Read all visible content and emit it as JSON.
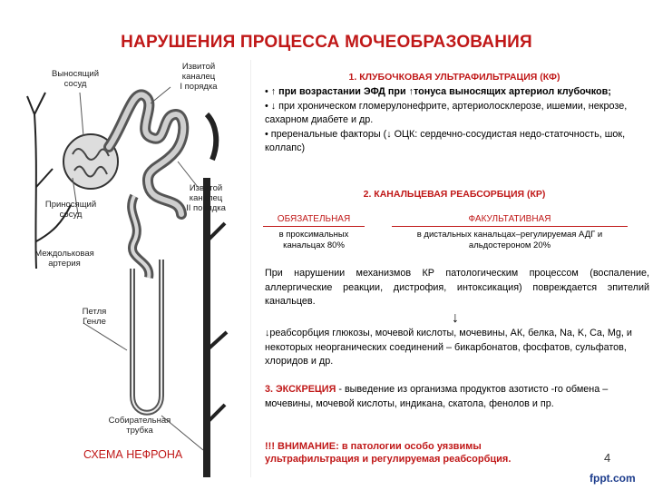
{
  "title": "НАРУШЕНИЯ ПРОЦЕССА  МОЧЕОБРАЗОВАНИЯ",
  "diagram": {
    "labels": {
      "efferent": "Выносящий\nсосуд",
      "tubule1": "Извитой\nканалец\nI порядка",
      "tubule2": "Извитой\nканалец\nII порядка",
      "afferent": "Приносящий\nсосуд",
      "interlobular": "Междольковая\nартерия",
      "henle": "Петля\nГенле",
      "collecting": "Собирательная\nтрубка"
    },
    "caption": "СХЕМА НЕФРОНА"
  },
  "section1": {
    "heading": "1. КЛУБОЧКОВАЯ УЛЬТРАФИЛЬТРАЦИЯ (КФ)",
    "b1_pre": "•",
    "b1_text": " при возрастании ЭФД при ",
    "b1_text2": "тонуса выносящих артериол клубочков;",
    "b2_pre": "•",
    "b2_text": " при хроническом гломерулонефрите, артериолосклерозе, ишемии, некрозе, сахарном диабете и др.",
    "b3_pre": "•",
    "b3_text": " преренальные факторы (",
    "b3_text2": " ОЦК: сердечно-сосудистая недо-статочность, шок, коллапс)"
  },
  "section2": {
    "heading": "2. КАНАЛЬЦЕВАЯ РЕАБСОРБЦИЯ (КР)",
    "col1_head": "ОБЯЗАТЕЛЬНАЯ",
    "col1_text": "в проксимальных канальцах 80%",
    "col2_head": "ФАКУЛЬТАТИВНАЯ",
    "col2_text": "в дистальных канальцах–регулируемая АДГ и альдостероном 20%",
    "para1": "При нарушении механизмов КР патологическим процессом (воспаление, аллергические реакции, дистрофия, интоксикация) повреждается эпителий канальцев.",
    "para2": "реабсорбция глюкозы, мочевой кислоты, мочевины, АК, белка, Na, K, Ca, Mg, и некоторых неорганических соединений – бикарбонатов, фосфатов, сульфатов, хлоридов и др."
  },
  "section3": {
    "heading": "3. ЭКСКРЕЦИЯ",
    "text": " -  выведение из организма продуктов азотисто -го обмена – мочевины, мочевой кислоты, индикана, скатола, фенолов и пр."
  },
  "warning": "!!! ВНИМАНИЕ: в патологии особо уязвимы ультрафильтрация и регулируемая реабсорбция.",
  "page_number": "4",
  "footer_brand": "fppt.com",
  "colors": {
    "accent": "#c01818",
    "brand": "#1c3c8c"
  }
}
